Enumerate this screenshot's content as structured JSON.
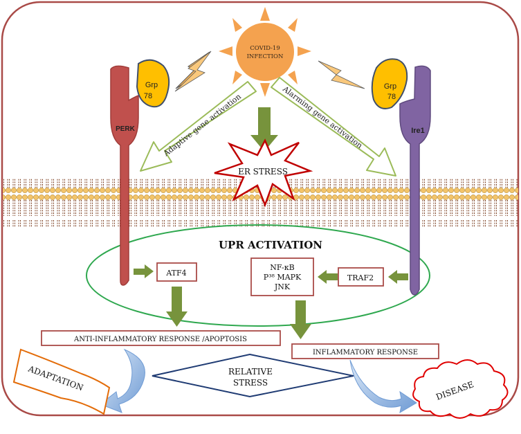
{
  "virus": {
    "label_line1": "COVID-19",
    "label_line2": "INFECTION"
  },
  "left_receptor": {
    "name": "PERK",
    "chaperone_line1": "Grp",
    "chaperone_line2": "78"
  },
  "right_receptor": {
    "name": "Ire1",
    "chaperone_line1": "Grp",
    "chaperone_line2": "78"
  },
  "arrows": {
    "left_label": "Adaptive gene activation",
    "right_label": "Alarming gene activation"
  },
  "er_stress": "ER STRESS",
  "upr": "UPR ACTIVATION",
  "atf4": "ATF4",
  "traf2": "TRAF2",
  "kinases": {
    "line1": "NF-κB",
    "line2": "P³⁸ MAPK",
    "line3": "JNK"
  },
  "anti_inflammatory": "ANTI-INFLAMMATORY RESPONSE /APOPTOSIS",
  "inflammatory": "INFLAMMATORY RESPONSE",
  "relative_stress": {
    "line1": "RELATIVE",
    "line2": "STRESS"
  },
  "adaptation": "ADAPTATION",
  "disease": "DISEASE",
  "colors": {
    "frame": "#a94a47",
    "sun": "#f4a24f",
    "chaperone": "#ffbf00",
    "perk": "#c0504d",
    "ire1": "#8064a2",
    "arrow_green": "#77933c",
    "outline_green": "#9bbb59",
    "ellipse": "#2fa84f",
    "star": "#c00000",
    "diamond": "#1f3b73",
    "blue_arrow": "#7ea6d8",
    "adaptation": "#e36c09",
    "disease": "#e00000"
  }
}
